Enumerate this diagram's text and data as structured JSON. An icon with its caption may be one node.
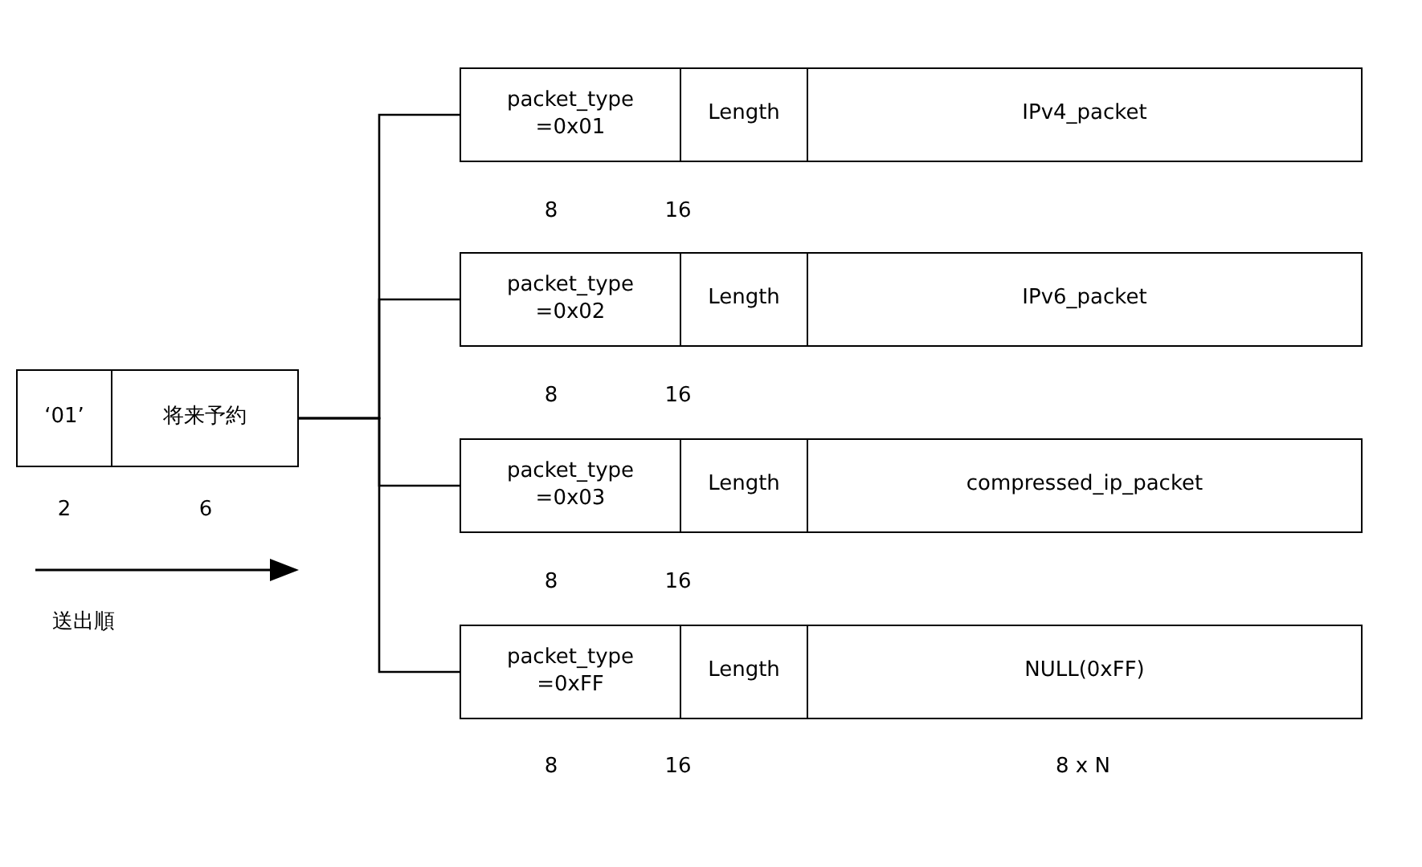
{
  "diagram": {
    "nodes": [
      {
        "text": [
          "‘01’"
        ]
      },
      {
        "text": [
          "将来予約"
        ]
      },
      {
        "text": [
          "packet_type =0x01"
        ]
      },
      {
        "text": [
          "Length"
        ]
      },
      {
        "text": [
          "IPv4_packet"
        ]
      },
      {
        "text": [
          "packet_type =0x02"
        ]
      },
      {
        "text": [
          "Length"
        ]
      },
      {
        "text": [
          "IPv6_packet"
        ]
      },
      {
        "text": [
          "packet_type =0x03"
        ]
      },
      {
        "text": [
          "Length"
        ]
      },
      {
        "text": [
          "compressed_ip_packet"
        ]
      },
      {
        "text": [
          "packet_type =0xFF"
        ]
      },
      {
        "text": [
          "Length"
        ]
      },
      {
        "text": [
          "NULL(0xFF)"
        ]
      }
    ],
    "edges": [
      {
        "from": 1,
        "to": 2,
        "arrow": "none"
      },
      {
        "from": 1,
        "to": 5,
        "arrow": "none"
      },
      {
        "from": 1,
        "to": 8,
        "arrow": "none"
      },
      {
        "from": 1,
        "to": 11,
        "arrow": "none"
      }
    ],
    "labels": [
      "8",
      "16",
      "8",
      "16",
      "2",
      "6",
      "8",
      "16",
      "送出順",
      "8",
      "16",
      "8 x N"
    ]
  }
}
